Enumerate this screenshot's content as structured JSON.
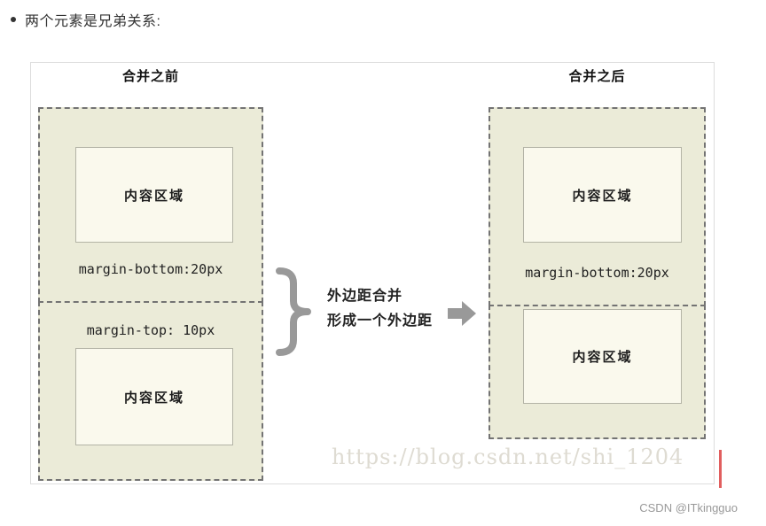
{
  "header": {
    "bullet": "两个元素是兄弟关系:"
  },
  "before": {
    "title": "合并之前",
    "top_box": {
      "content": "内容区域",
      "margin_label": "margin-bottom:20px"
    },
    "bottom_box": {
      "margin_label": "margin-top: 10px",
      "content": "内容区域"
    }
  },
  "middle": {
    "note_line1": "外边距合并",
    "note_line2": "形成一个外边距"
  },
  "after": {
    "title": "合并之后",
    "top_box": {
      "content": "内容区域",
      "margin_label": "margin-bottom:20px"
    },
    "bottom_box": {
      "content": "内容区域"
    }
  },
  "footer": {
    "watermark": "https://blog.csdn.net/shi_1204",
    "credit": "CSDN @ITkingguo"
  },
  "colors": {
    "box_background": "#ebebd8",
    "dashed_border": "#737373",
    "inner_background": "#faf9ed",
    "inner_border": "#b3b3a6",
    "panel_border": "#dddddd",
    "shape_gray": "#999999",
    "watermark_gray": "#dedbd2",
    "caret_red": "#e15e5e"
  }
}
